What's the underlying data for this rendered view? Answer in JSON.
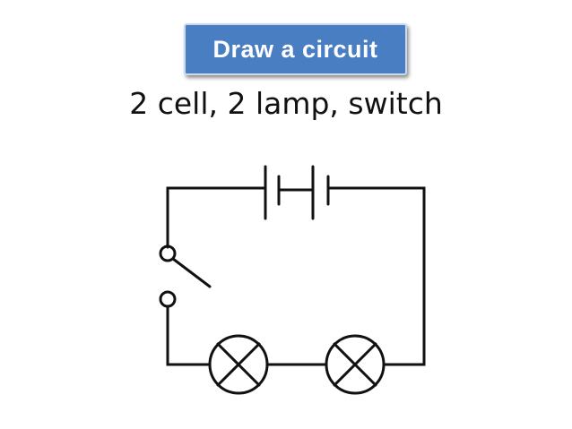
{
  "title": "Draw a circuit",
  "subtitle": "2 cell, 2 lamp, switch",
  "colors": {
    "title_background": "#4a7ec2",
    "title_text": "#ffffff",
    "line": "#111111"
  },
  "circuit": {
    "components": [
      "cell",
      "cell",
      "lamp",
      "lamp",
      "switch"
    ],
    "switch_state": "open"
  }
}
